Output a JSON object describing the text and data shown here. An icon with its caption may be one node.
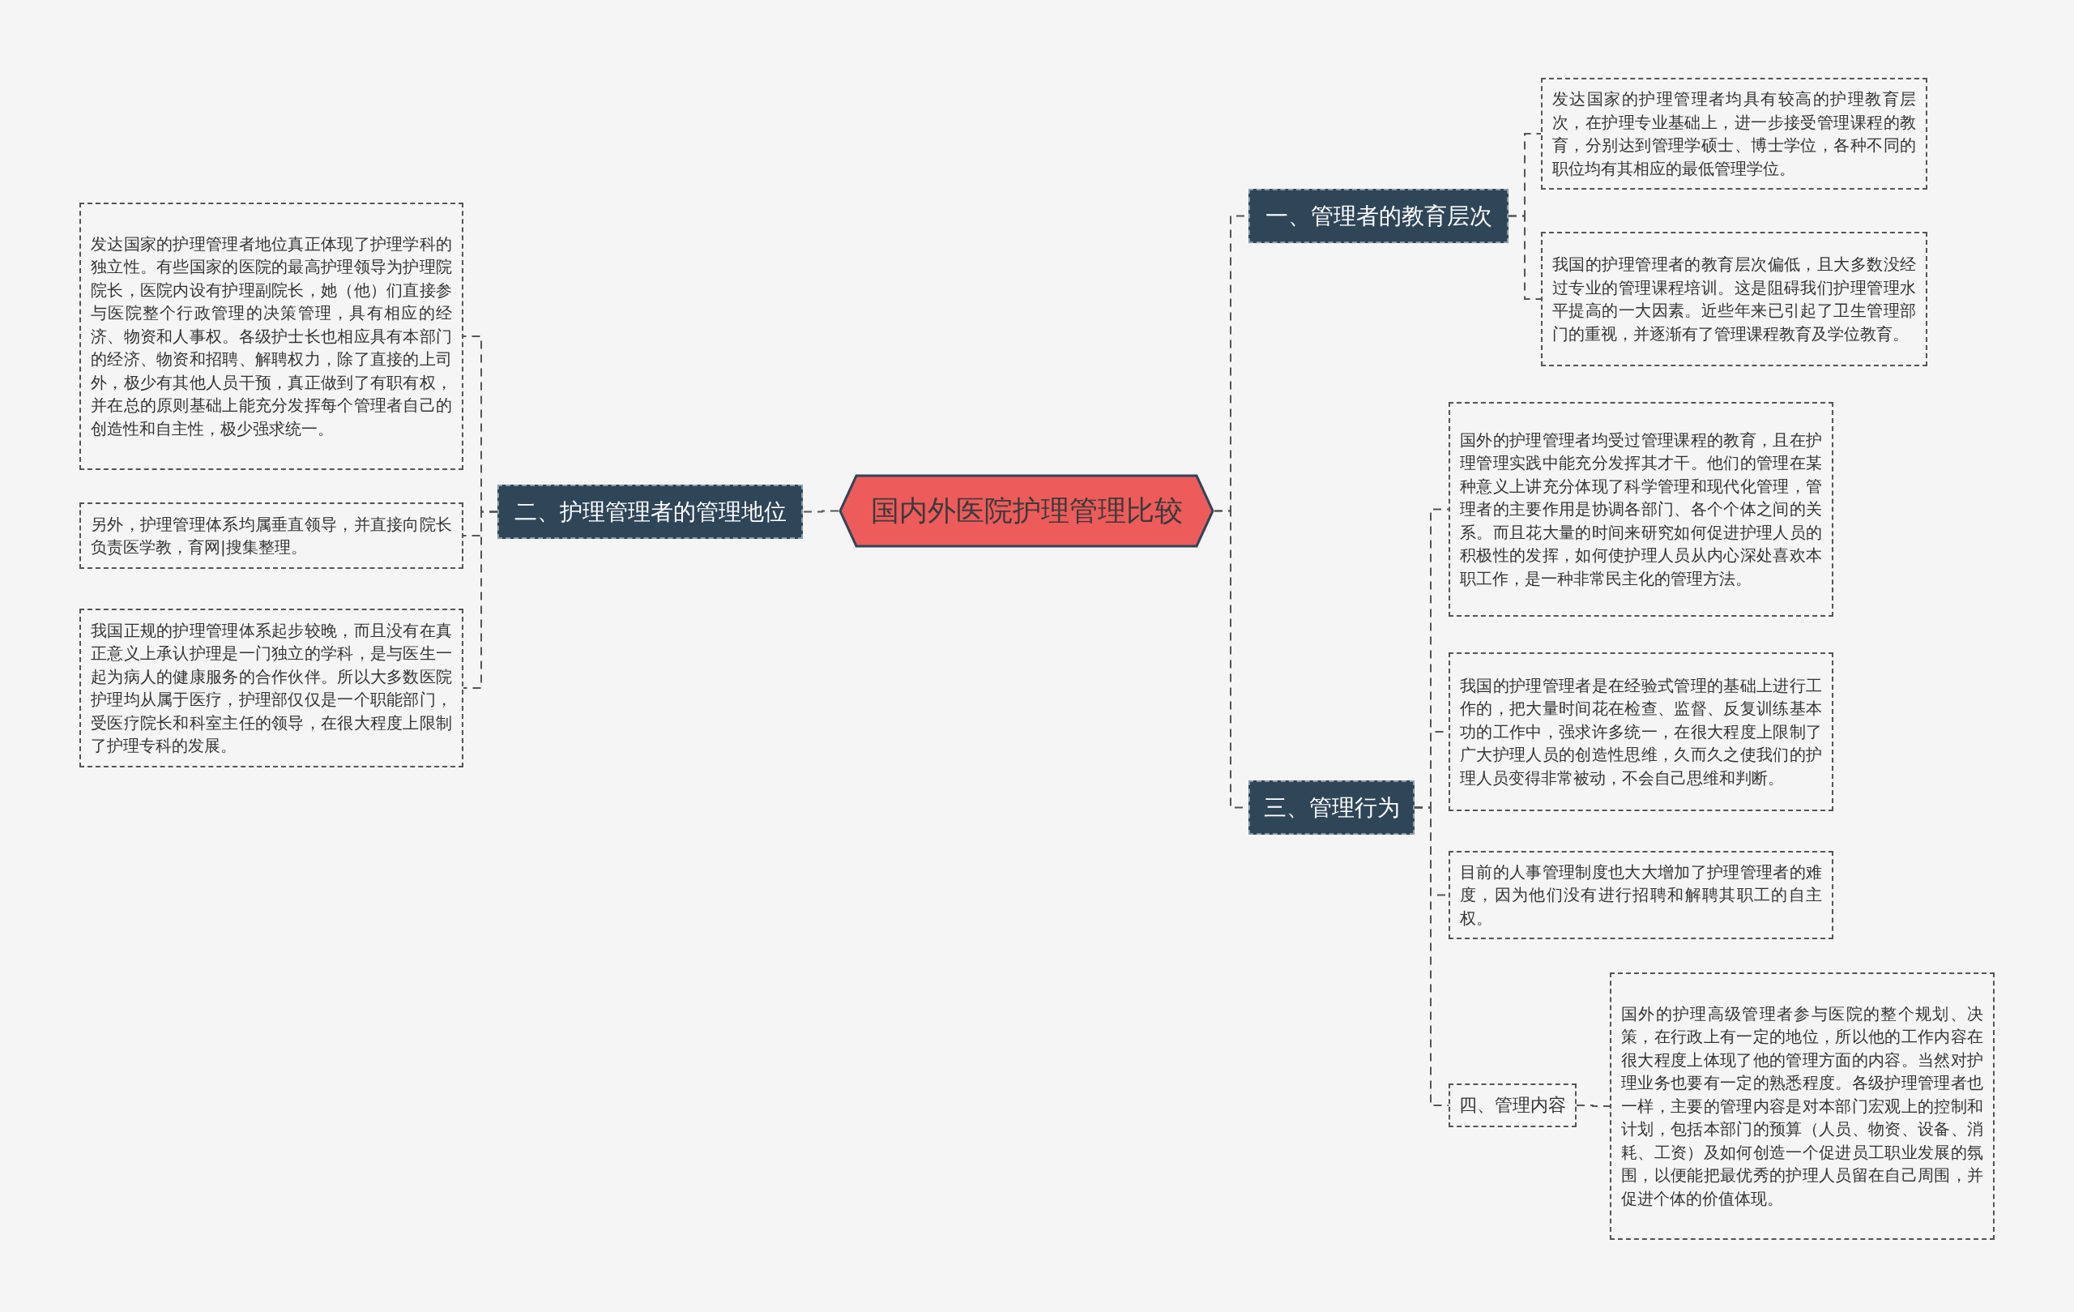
{
  "diagram": {
    "nodes": [
      {
        "text": [
          "国内外医院护理管理比较"
        ]
      },
      {
        "text": [
          "一、管理者的教育层次"
        ]
      },
      {
        "text": [
          "发达国家的护理管理者均具有较高的护理教育层次，在护理专业基础上，进一步接受管理课程的教育，分别达到管理学硕士、博士学位，各种不同的职位均有其相应的最低管理学位。"
        ]
      },
      {
        "text": [
          "我国的护理管理者的教育层次偏低，且大多数没经过专业的管理课程培训。这是阻碍我们护理管理水平提高的一大因素。近些年来已引起了卫生管理部门的重视，并逐渐有了管理课程教育及学位教育。"
        ]
      },
      {
        "text": [
          "二、护理管理者的管理地位"
        ]
      },
      {
        "text": [
          "发达国家的护理管理者地位真正体现了护理学科的独立性。有些国家的医院的最高护理领导为护理院院长，医院内设有护理副院长，她（他）们直接参与医院整个行政管理的决策管理，具有相应的经济、物资和人事权。各级护士长也相应具有本部门的经济、物资和招聘、解聘权力，除了直接的上司外，极少有其他人员干预，真正做到了有职有权，并在总的原则基础上能充分发挥每个管理者自己的创造性和自主性，极少强求统一。"
        ]
      },
      {
        "text": [
          "另外，护理管理体系均属垂直领导，并直接向院长负责医学教，育网|搜集整理。"
        ]
      },
      {
        "text": [
          "我国正规的护理管理体系起步较晚，而且没有在真正意义上承认护理是一门独立的学科，是与医生一起为病人的健康服务的合作伙伴。所以大多数医院护理均从属于医疗，护理部仅仅是一个职能部门，受医疗院长和科室主任的领导，在很大程度上限制了护理专科的发展。"
        ]
      },
      {
        "text": [
          "三、管理行为"
        ]
      },
      {
        "text": [
          "国外的护理管理者均受过管理课程的教育，且在护理管理实践中能充分发挥其才干。他们的管理在某种意义上讲充分体现了科学管理和现代化管理，管理者的主要作用是协调各部门、各个个体之间的关系。而且花大量的时间来研究如何促进护理人员的积极性的发挥，如何使护理人员从内心深处喜欢本职工作，是一种非常民主化的管理方法。"
        ]
      },
      {
        "text": [
          "我国的护理管理者是在经验式管理的基础上进行工作的，把大量时间花在检查、监督、反复训练基本功的工作中，强求许多统一，在很大程度上限制了广大护理人员的创造性思维，久而久之使我们的护理人员变得非常被动，不会自己思维和判断。"
        ]
      },
      {
        "text": [
          "目前的人事管理制度也大大增加了护理管理者的难度，因为他们没有进行招聘和解聘其职工的自主权。"
        ]
      },
      {
        "text": [
          "四、管理内容"
        ]
      },
      {
        "text": [
          "国外的护理高级管理者参与医院的整个规划、决策，在行政上有一定的地位，所以他的工作内容在很大程度上体现了他的管理方面的内容。当然对护理业务也要有一定的熟悉程度。各级护理管理者也一样，主要的管理内容是对本部门宏观上的控制和计划，包括本部门的预算（人员、物资、设备、消耗、工资）及如何创造一个促进员工职业发展的氛围，以便能把最优秀的护理人员留在自己周围，并促进个体的价值体现。"
        ]
      }
    ],
    "edges": [
      {
        "from": 0,
        "to": 1,
        "arrow": "none",
        "style": "dashed"
      },
      {
        "from": 0,
        "to": 4,
        "arrow": "none",
        "style": "dashed"
      },
      {
        "from": 0,
        "to": 8,
        "arrow": "none",
        "style": "dashed"
      },
      {
        "from": 1,
        "to": 2,
        "arrow": "none",
        "style": "dashed"
      },
      {
        "from": 1,
        "to": 3,
        "arrow": "none",
        "style": "dashed"
      },
      {
        "from": 4,
        "to": 5,
        "arrow": "none",
        "style": "dashed"
      },
      {
        "from": 4,
        "to": 6,
        "arrow": "none",
        "style": "dashed"
      },
      {
        "from": 4,
        "to": 7,
        "arrow": "none",
        "style": "dashed"
      },
      {
        "from": 8,
        "to": 9,
        "arrow": "none",
        "style": "dashed"
      },
      {
        "from": 8,
        "to": 10,
        "arrow": "none",
        "style": "dashed"
      },
      {
        "from": 8,
        "to": 11,
        "arrow": "none",
        "style": "dashed"
      },
      {
        "from": 8,
        "to": 12,
        "arrow": "none",
        "style": "dashed"
      },
      {
        "from": 12,
        "to": 13,
        "arrow": "none",
        "style": "dashed"
      }
    ]
  }
}
